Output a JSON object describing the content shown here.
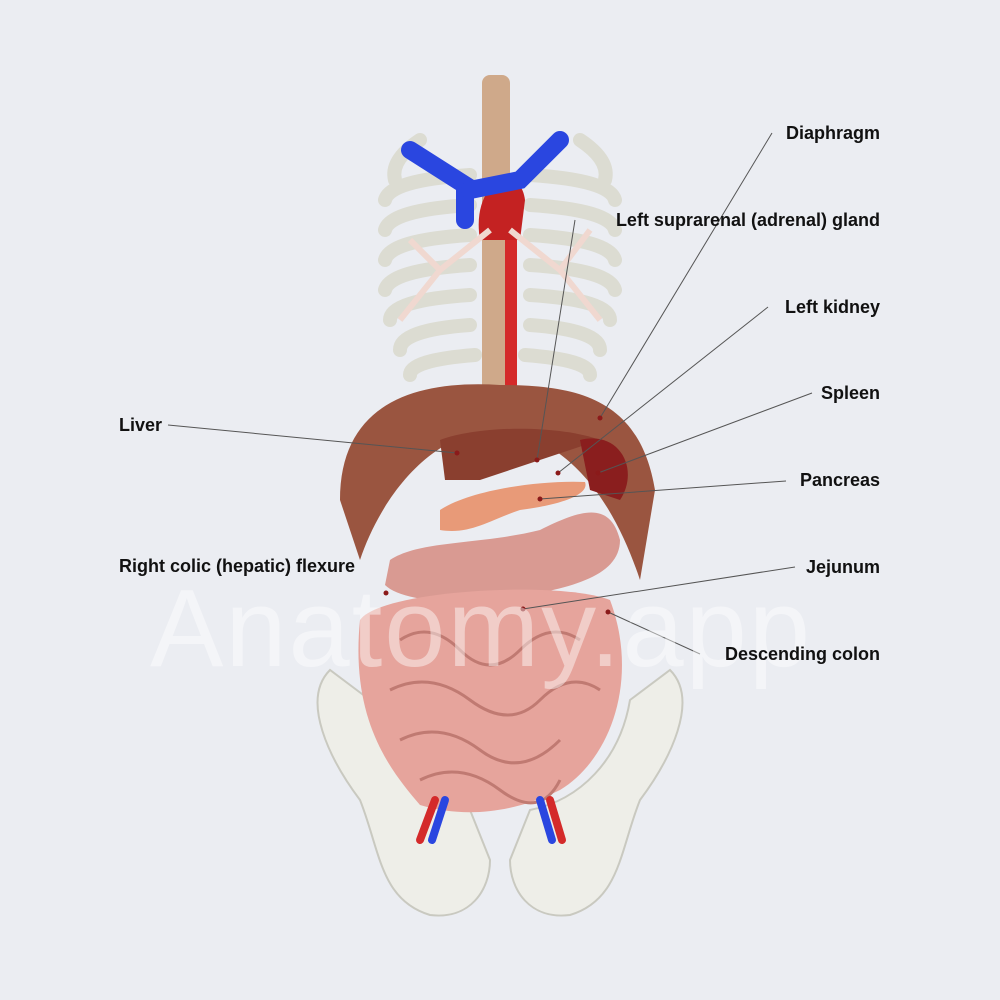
{
  "watermark": "Anatomy.app",
  "labels": {
    "diaphragm": "Diaphragm",
    "suprarenal": "Left suprarenal (adrenal) gland",
    "kidney": "Left kidney",
    "spleen": "Spleen",
    "pancreas": "Pancreas",
    "jejunum": "Jejunum",
    "descending_colon": "Descending colon",
    "liver": "Liver",
    "right_colic": "Right colic (hepatic) flexure"
  },
  "colors": {
    "background": "#ebedf2",
    "artery": "#d42a2a",
    "vein": "#2a46e0",
    "bone": "#e8e8e2",
    "intestine": "#e6a49c",
    "liver": "#8a3f2f",
    "pancreas": "#e89a78"
  }
}
